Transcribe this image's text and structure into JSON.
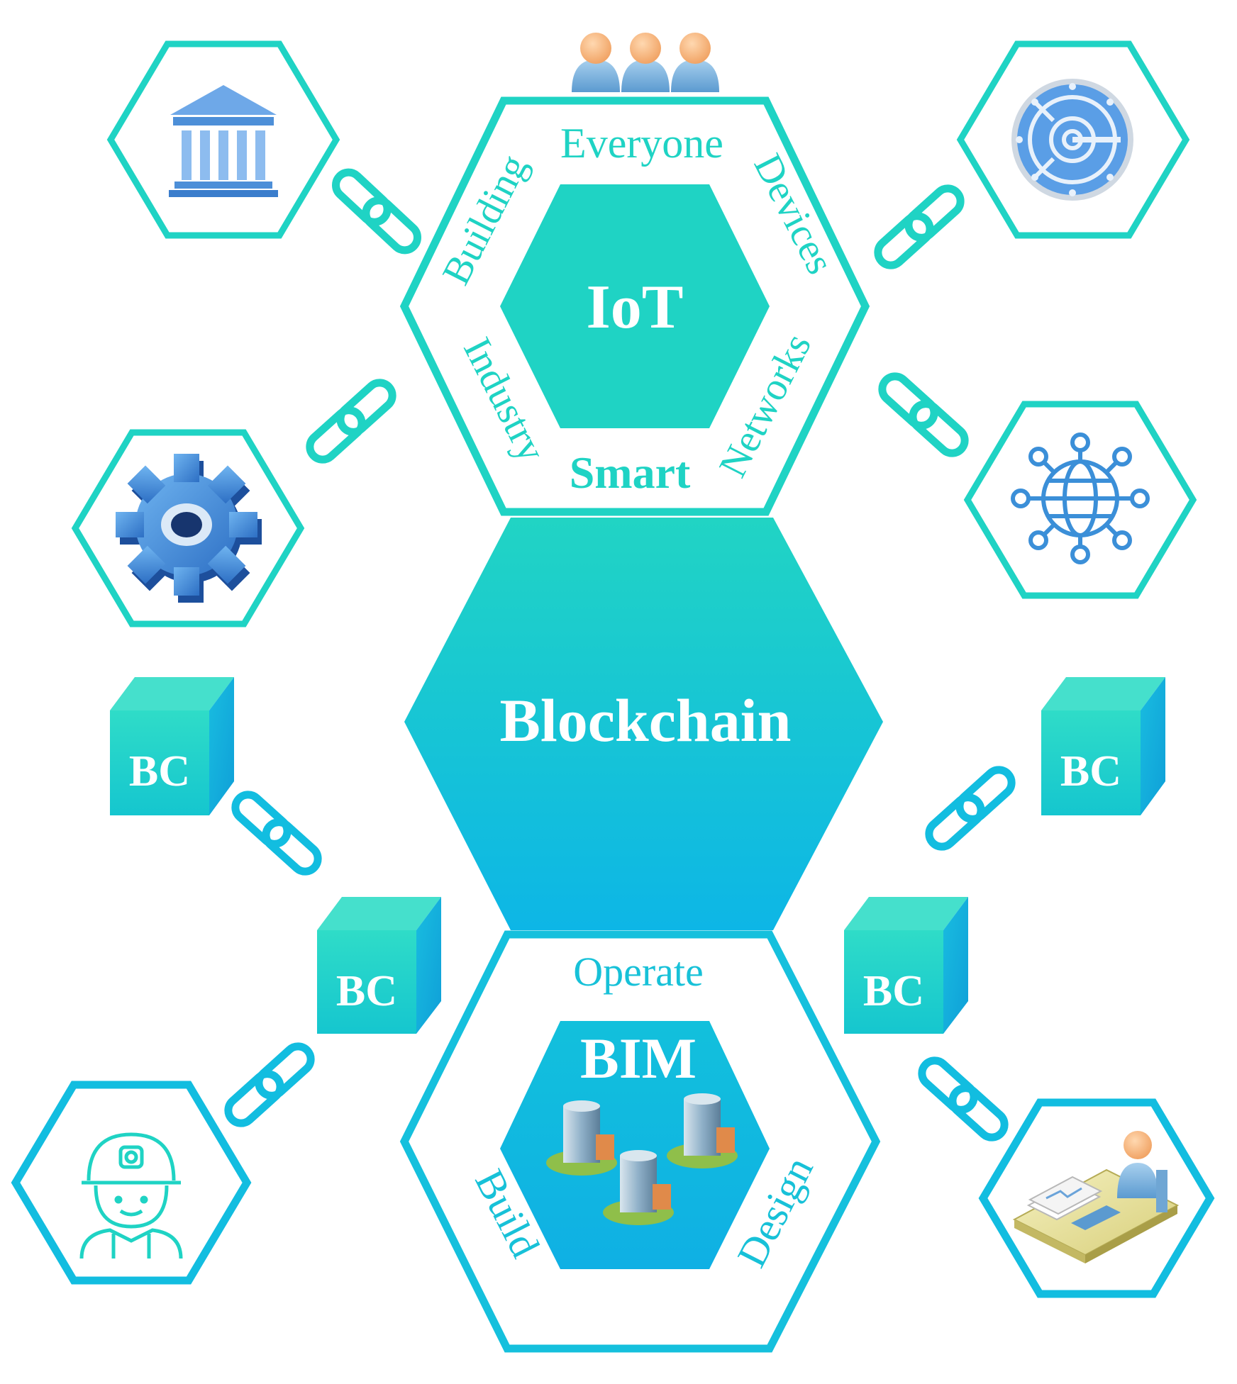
{
  "colors": {
    "teal": "#1fd3c4",
    "teal_light": "#2adcc8",
    "cyan": "#15c0dd",
    "blue": "#0fb3e6",
    "icon_blue": "#3b8fd8"
  },
  "iot": {
    "title": "IoT",
    "ring_labels": {
      "top": "Everyone",
      "upper_left": "Building",
      "upper_right": "Devices",
      "lower_left": "Industry",
      "lower_right": "Networks",
      "bottom": "Smart"
    }
  },
  "blockchain": {
    "title": "Blockchain"
  },
  "bim": {
    "title": "BIM",
    "ring_labels": {
      "top": "Operate",
      "left": "Build",
      "right": "Design"
    }
  },
  "blocks": {
    "label": "BC"
  },
  "icons": {
    "top_people": "people-group-icon",
    "bank": "bank-icon",
    "vault": "vault-safe-icon",
    "gear": "gear-icon",
    "network": "globe-network-icon",
    "worker": "construction-worker-icon",
    "designer": "designer-at-desk-icon",
    "buildings": "buildings-icon",
    "link": "chain-link-icon"
  }
}
